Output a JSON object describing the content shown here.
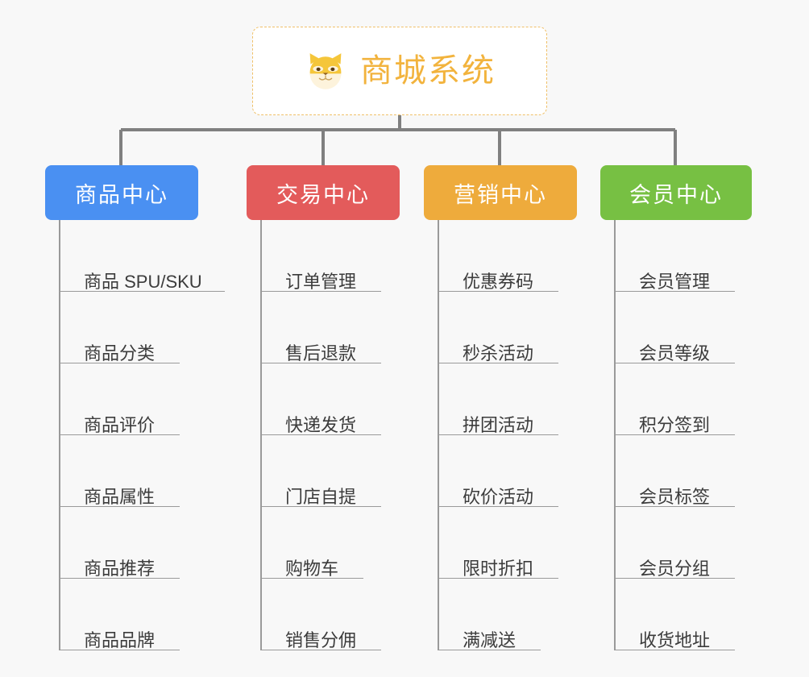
{
  "diagram": {
    "type": "mindmap-tree",
    "background_color": "#f8f8f8",
    "root": {
      "title": "商城系统",
      "icon": "shiba-dog-icon",
      "title_color": "#f2b33d",
      "border_color": "#f0c068",
      "background_color": "#ffffff"
    },
    "connector_color": "#808080",
    "branches": [
      {
        "label": "商品中心",
        "color": "#4a90f2",
        "leaves": [
          "商品 SPU/SKU",
          "商品分类",
          "商品评价",
          "商品属性",
          "商品推荐",
          "商品品牌"
        ]
      },
      {
        "label": "交易中心",
        "color": "#e35b5b",
        "leaves": [
          "订单管理",
          "售后退款",
          "快递发货",
          "门店自提",
          "购物车",
          "销售分佣"
        ]
      },
      {
        "label": "营销中心",
        "color": "#eeab3c",
        "leaves": [
          "优惠券码",
          "秒杀活动",
          "拼团活动",
          "砍价活动",
          "限时折扣",
          "满减送"
        ]
      },
      {
        "label": "会员中心",
        "color": "#77c043",
        "leaves": [
          "会员管理",
          "会员等级",
          "积分签到",
          "会员标签",
          "会员分组",
          "收货地址"
        ]
      }
    ]
  }
}
